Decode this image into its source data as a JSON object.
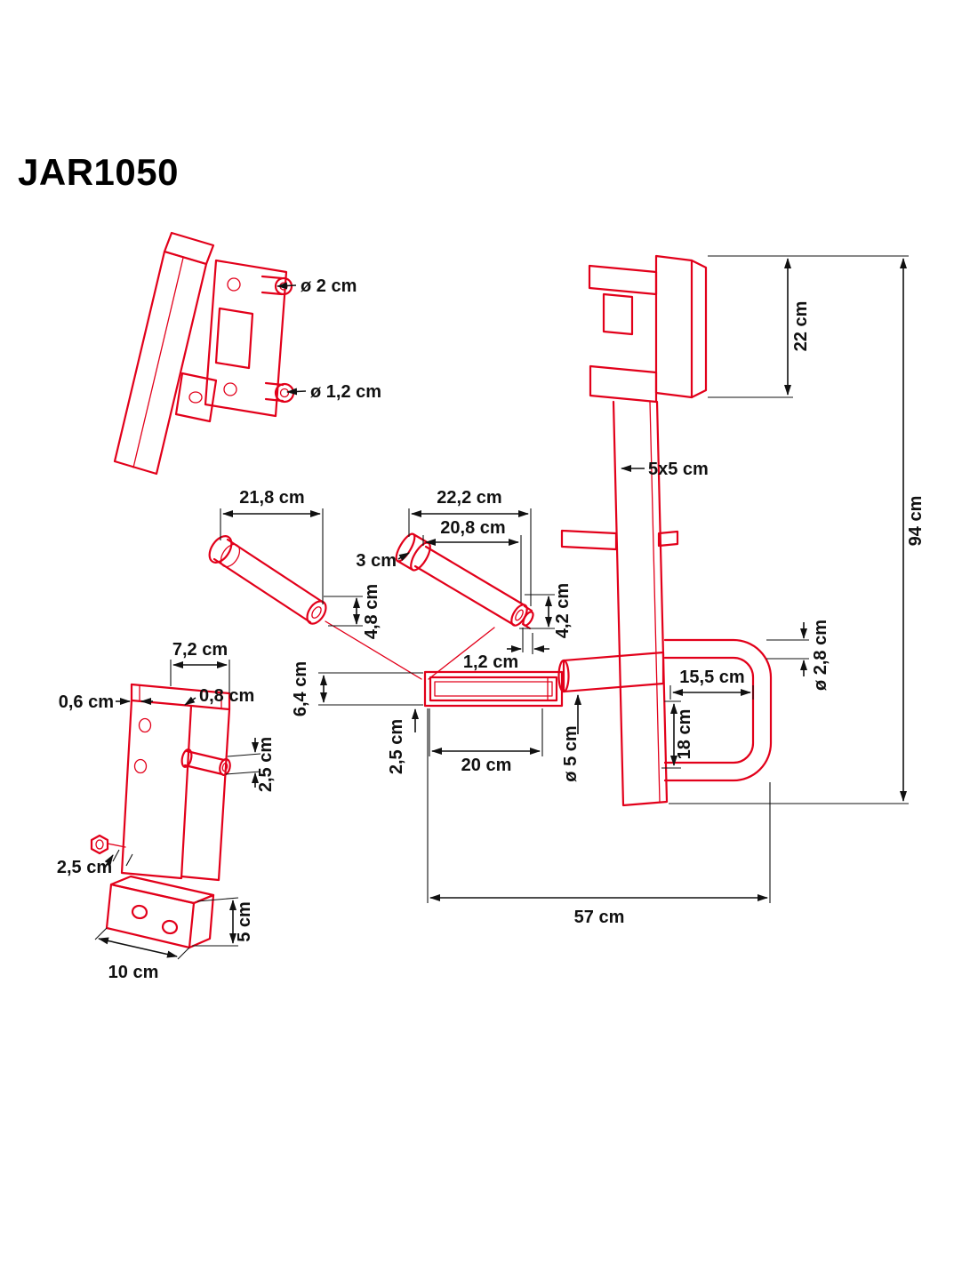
{
  "title": "JAR1050",
  "colors": {
    "drawing": "#e2001a",
    "dimension": "#111111",
    "background": "#ffffff"
  },
  "labels": {
    "hook_pin_dia": "ø 2 cm",
    "hook_bolt_dia": "ø 1,2 cm",
    "pin_a_length": "21,8 cm",
    "pin_a_dia": "4,8 cm",
    "pin_b_length_total": "22,2 cm",
    "pin_b_length_shaft": "20,8 cm",
    "pin_b_head_len": "3 cm",
    "pin_b_dia": "4,2 cm",
    "pin_b_tip": "1,2 cm",
    "sleeve_height": "6,4 cm",
    "sleeve_offset": "2,5 cm",
    "sleeve_length": "20 cm",
    "tube_dia": "ø 5 cm",
    "head_height": "22 cm",
    "total_height": "94 cm",
    "post_section": "5x5 cm",
    "handle_tube_dia": "ø 2,8 cm",
    "handle_width": "15,5 cm",
    "handle_height": "18 cm",
    "total_width": "57 cm",
    "bracket_width": "7,2 cm",
    "bracket_wall_a": "0,6 cm",
    "bracket_wall_b": "0,8 cm",
    "bracket_pin_dia": "2,5 cm",
    "bracket_hole_dia": "2,5 cm",
    "box_height": "5 cm",
    "box_width": "10 cm"
  }
}
